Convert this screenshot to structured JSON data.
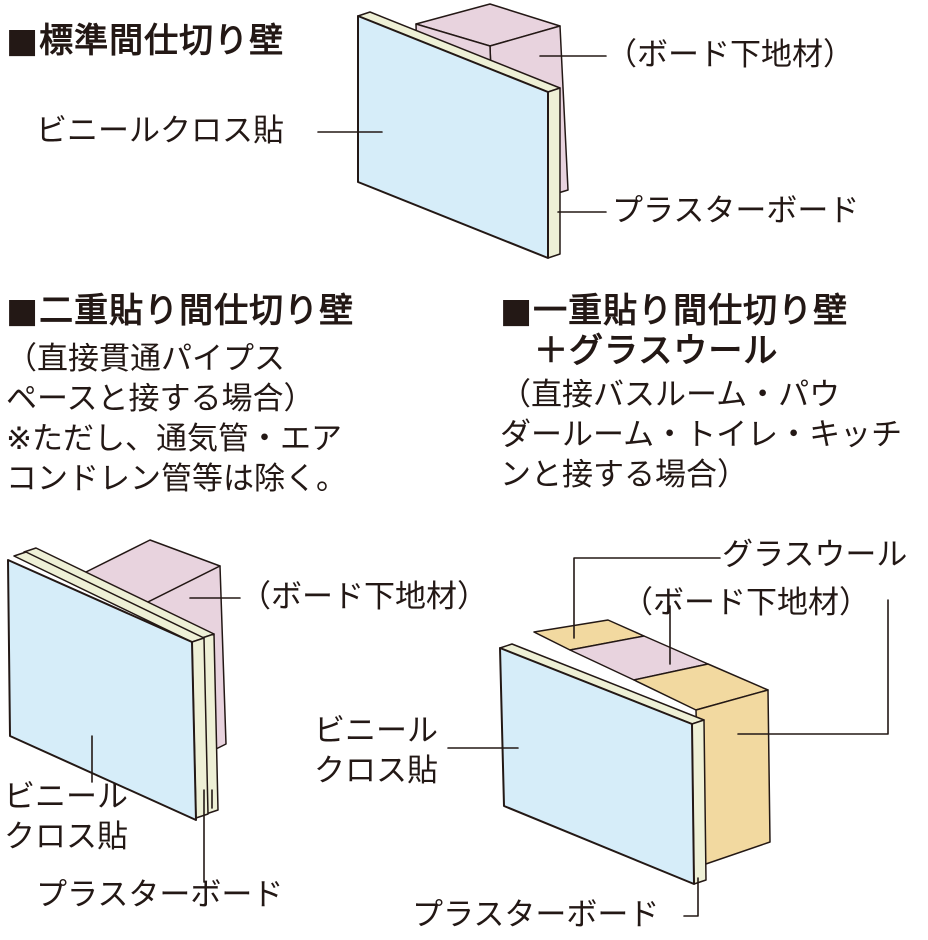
{
  "panels": [
    {
      "heading": "■標準間仕切り壁",
      "labels": {
        "board_base": "（ボード下地材）",
        "vinyl_cloth": "ビニールクロス貼",
        "plasterboard": "プラスターボード"
      }
    },
    {
      "heading": "■二重貼り間仕切り壁",
      "note_lines": [
        "（直接貫通パイプス",
        "ペースと接する場合）",
        "※ただし、通気管・エア",
        "コンドレン管等は除く。"
      ],
      "labels": {
        "board_base": "（ボード下地材）",
        "vinyl_cloth_1": "ビニール",
        "vinyl_cloth_2": "クロス貼",
        "plasterboard": "プラスターボード"
      }
    },
    {
      "heading_1": "■一重貼り間仕切り壁",
      "heading_2": "＋グラスウール",
      "note_lines": [
        "（直接バスルーム・パウ",
        "ダールーム・トイレ・キッチ",
        "ンと接する場合）"
      ],
      "labels": {
        "glass_wool": "グラスウール",
        "board_base": "（ボード下地材）",
        "vinyl_cloth_1": "ビニール",
        "vinyl_cloth_2": "クロス貼",
        "plasterboard": "プラスターボード"
      }
    }
  ],
  "colors": {
    "cloth": "#d6edf9",
    "board_edge": "#eef0d6",
    "stud": "#e8d3de",
    "wool": "#f2d9a0",
    "ink": "#231815"
  }
}
